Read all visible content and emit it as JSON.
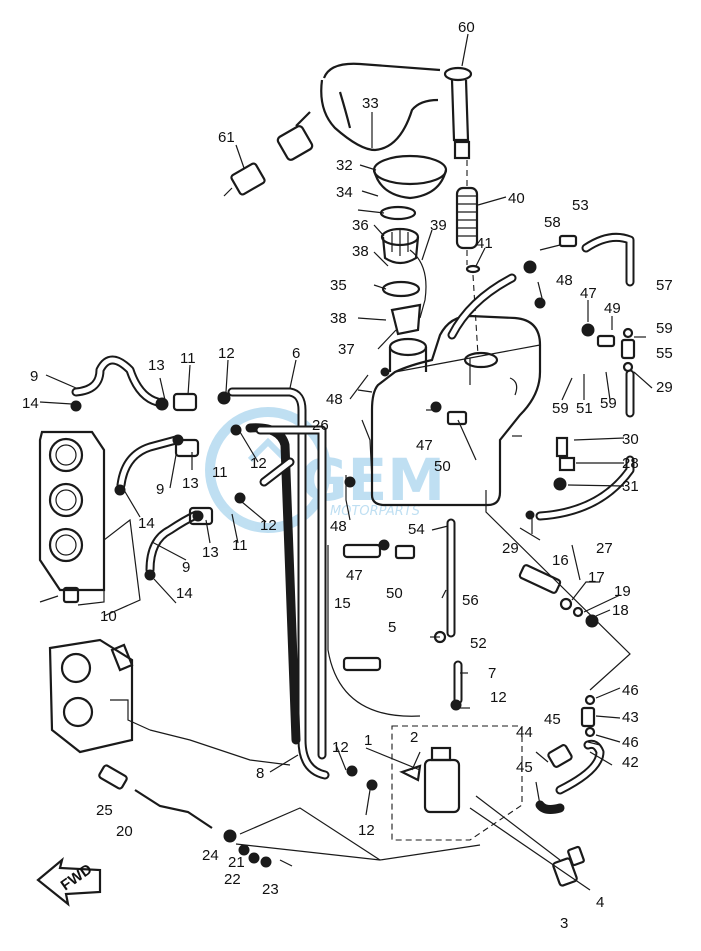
{
  "labels": {
    "p1": "1",
    "p2": "2",
    "p3": "3",
    "p4": "4",
    "p5": "5",
    "p6": "6",
    "p7": "7",
    "p8": "8",
    "p9a": "9",
    "p9b": "9",
    "p9c": "9",
    "p10": "10",
    "p11a": "11",
    "p11b": "11",
    "p11c": "11",
    "p12a": "12",
    "p12b": "12",
    "p12c": "12",
    "p12d": "12",
    "p12e": "12",
    "p12f": "12",
    "p13a": "13",
    "p13b": "13",
    "p13c": "13",
    "p14a": "14",
    "p14b": "14",
    "p14c": "14",
    "p15": "15",
    "p16": "16",
    "p17": "17",
    "p18": "18",
    "p19": "19",
    "p20": "20",
    "p21": "21",
    "p22": "22",
    "p23": "23",
    "p24": "24",
    "p25": "25",
    "p26": "26",
    "p27": "27",
    "p28": "28",
    "p29a": "29",
    "p29b": "29",
    "p30": "30",
    "p31": "31",
    "p32": "32",
    "p33": "33",
    "p34": "34",
    "p35": "35",
    "p36": "36",
    "p37": "37",
    "p38a": "38",
    "p38b": "38",
    "p39": "39",
    "p40": "40",
    "p41": "41",
    "p42": "42",
    "p43": "43",
    "p44": "44",
    "p45a": "45",
    "p45b": "45",
    "p46a": "46",
    "p46b": "46",
    "p47a": "47",
    "p47b": "47",
    "p47c": "47",
    "p48a": "48",
    "p48b": "48",
    "p48c": "48",
    "p49": "49",
    "p50a": "50",
    "p50b": "50",
    "p51": "51",
    "p52": "52",
    "p53": "53",
    "p54": "54",
    "p55": "55",
    "p56": "56",
    "p57": "57",
    "p58": "58",
    "p59a": "59",
    "p59b": "59",
    "p59c": "59",
    "p60": "60",
    "p61": "61"
  },
  "fwd_label": "FWD",
  "watermark": {
    "brand": "GEM",
    "sub": "MOTORPARTS",
    "color": "#8cc6e8"
  }
}
